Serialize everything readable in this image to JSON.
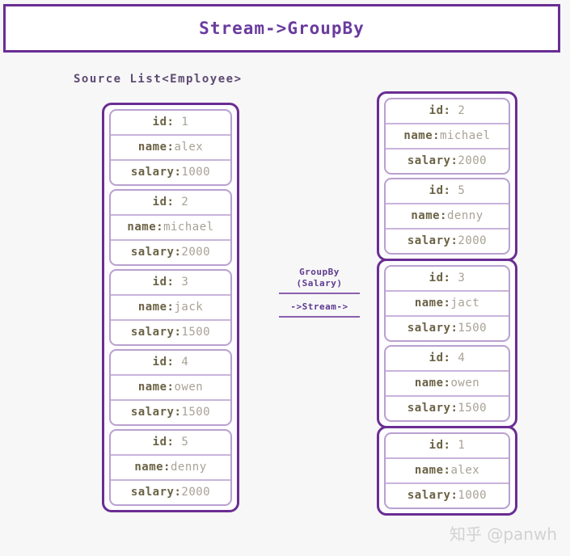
{
  "title": {
    "text": "Stream->GroupBy"
  },
  "source": {
    "label": "Source List<Employee>"
  },
  "operators": {
    "groupby": "GroupBy\n(Salary)",
    "groupby_line1": "GroupBy",
    "groupby_line2": "(Salary)",
    "stream": "->Stream->"
  },
  "fields": {
    "id_label": "id",
    "id_sep": ":",
    "name_label": "name:",
    "salary_label": "salary:"
  },
  "source_list": {
    "employees": [
      {
        "id": "1",
        "name": "alex",
        "salary": "1000"
      },
      {
        "id": "2",
        "name": "michael",
        "salary": "2000"
      },
      {
        "id": "3",
        "name": "jack",
        "salary": "1500"
      },
      {
        "id": "4",
        "name": "owen",
        "salary": "1500"
      },
      {
        "id": "5",
        "name": "denny",
        "salary": "2000"
      }
    ]
  },
  "grouped": {
    "groups": [
      {
        "key": "2000",
        "employees": [
          {
            "id": "2",
            "name": "michael",
            "salary": "2000"
          },
          {
            "id": "5",
            "name": "denny",
            "salary": "2000"
          }
        ]
      },
      {
        "key": "1500",
        "employees": [
          {
            "id": "3",
            "name": "jact",
            "salary": "1500"
          },
          {
            "id": "4",
            "name": "owen",
            "salary": "1500"
          }
        ]
      },
      {
        "key": "1000",
        "employees": [
          {
            "id": "1",
            "name": "alex",
            "salary": "1000"
          }
        ]
      }
    ]
  },
  "watermark": {
    "text": "知乎 @panwh"
  },
  "colors": {
    "border_outer": "#6a2d93",
    "border_inner": "#b9a0d0",
    "title_text": "#6a3b9e",
    "label_text": "#6b6245",
    "value_text": "#a8a295",
    "background": "#f7f7f7"
  }
}
